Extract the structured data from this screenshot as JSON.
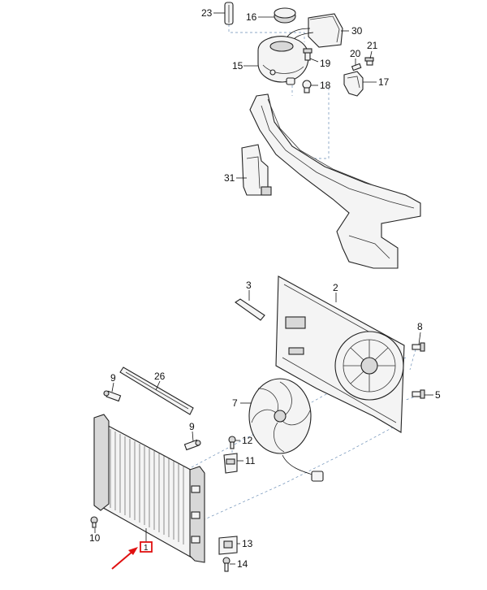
{
  "diagram": {
    "type": "exploded-parts-diagram",
    "callouts": [
      "23",
      "16",
      "30",
      "21",
      "20",
      "15",
      "19",
      "18",
      "17",
      "31",
      "3",
      "2",
      "8",
      "26",
      "9",
      "9",
      "5",
      "7",
      "12",
      "11",
      "10",
      "13",
      "1",
      "14"
    ],
    "highlight": {
      "callout": "1",
      "marker_color": "#e01010",
      "arrow_color": "#e01010"
    },
    "colors": {
      "line": "#222222",
      "fill": "#f4f4f4",
      "leader_dash": "#6a8db5",
      "highlight": "#e01010"
    }
  }
}
